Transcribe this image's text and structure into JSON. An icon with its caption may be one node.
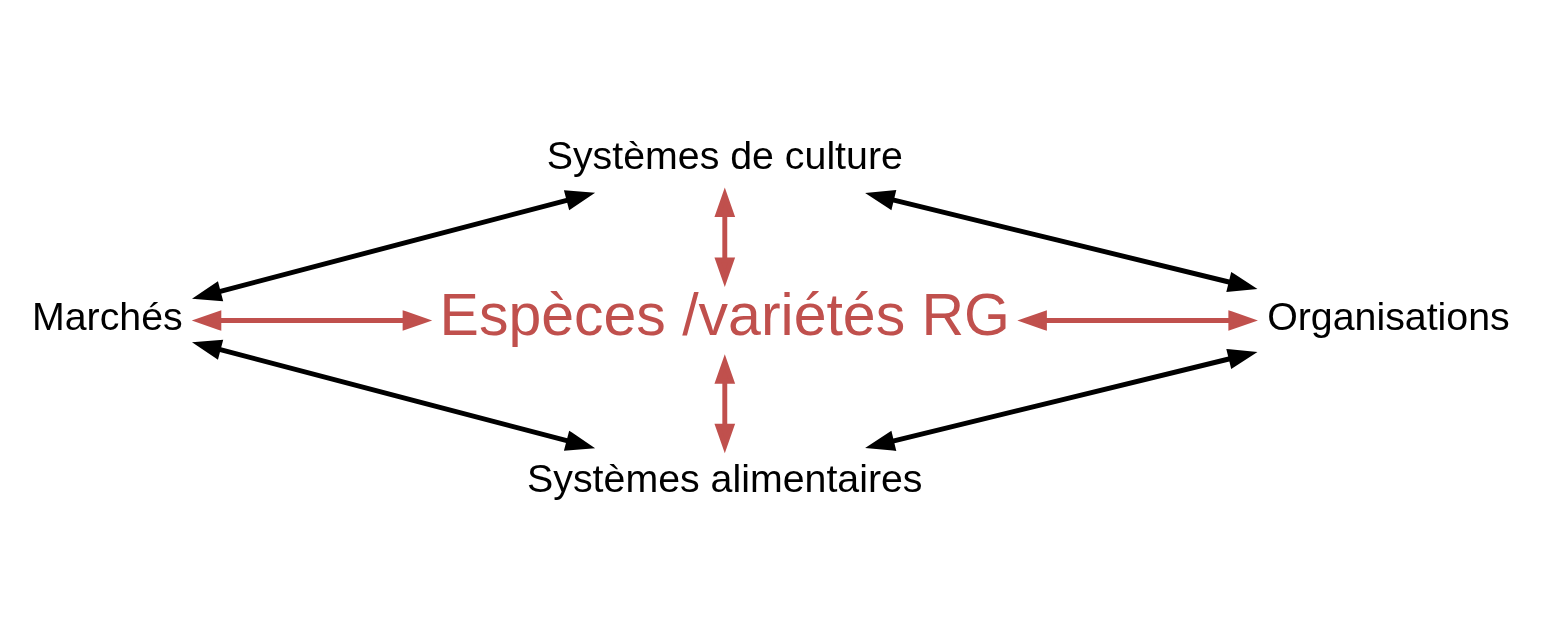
{
  "diagram": {
    "nodes": [
      {
        "text": [
          "Systèmes de culture"
        ]
      },
      {
        "text": [
          "Marchés"
        ]
      },
      {
        "text": [
          "Espèces /variétés RG"
        ]
      },
      {
        "text": [
          "Organisations"
        ]
      },
      {
        "text": [
          "Systèmes alimentaires"
        ]
      }
    ],
    "edges": [
      {
        "from": 1,
        "to": 0,
        "arrow": "both"
      },
      {
        "from": 0,
        "to": 3,
        "arrow": "both"
      },
      {
        "from": 1,
        "to": 4,
        "arrow": "both"
      },
      {
        "from": 4,
        "to": 3,
        "arrow": "both"
      },
      {
        "from": 0,
        "to": 2,
        "arrow": "both",
        "color": "#c0504d"
      },
      {
        "from": 1,
        "to": 2,
        "arrow": "both",
        "color": "#c0504d"
      },
      {
        "from": 2,
        "to": 3,
        "arrow": "both",
        "color": "#c0504d"
      },
      {
        "from": 2,
        "to": 4,
        "arrow": "both",
        "color": "#c0504d"
      }
    ]
  }
}
